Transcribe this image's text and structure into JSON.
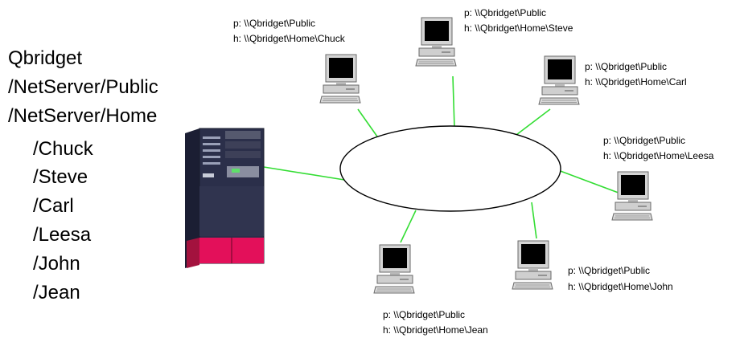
{
  "colors": {
    "link": "#33dd33",
    "ring_stroke": "#000000",
    "server_body": "#2b2f4a",
    "server_panel": "#e3105a"
  },
  "tree": {
    "root": "Qbridget",
    "public_path": "/NetServer/Public",
    "home_path": "/NetServer/Home",
    "users": [
      "/Chuck",
      "/Steve",
      "/Carl",
      "/Leesa",
      "/John",
      "/Jean"
    ]
  },
  "server": {
    "icon": "server-tower-icon"
  },
  "network": {
    "icon": "lan-ring"
  },
  "clients": [
    {
      "name": "Chuck",
      "public": "p: \\\\Qbridget\\Public",
      "home": "h: \\\\Qbridget\\Home\\Chuck",
      "icon": "desktop-computer-icon"
    },
    {
      "name": "Steve",
      "public": "p: \\\\Qbridget\\Public",
      "home": "h: \\\\Qbridget\\Home\\Steve",
      "icon": "desktop-computer-icon"
    },
    {
      "name": "Carl",
      "public": "p: \\\\Qbridget\\Public",
      "home": "h: \\\\Qbridget\\Home\\Carl",
      "icon": "desktop-computer-icon"
    },
    {
      "name": "Leesa",
      "public": "p: \\\\Qbridget\\Public",
      "home": "h: \\\\Qbridget\\Home\\Leesa",
      "icon": "desktop-computer-icon"
    },
    {
      "name": "John",
      "public": "p: \\\\Qbridget\\Public",
      "home": "h: \\\\Qbridget\\Home\\John",
      "icon": "desktop-computer-icon"
    },
    {
      "name": "Jean",
      "public": "p: \\\\Qbridget\\Public",
      "home": "h: \\\\Qbridget\\Home\\Jean",
      "icon": "desktop-computer-icon"
    }
  ]
}
